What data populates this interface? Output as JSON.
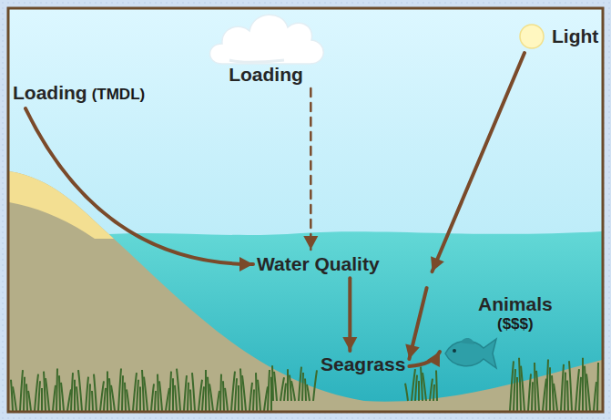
{
  "diagram": {
    "nodes": [
      {
        "text": [
          "Loading"
        ]
      },
      {
        "text": [
          "Light"
        ]
      },
      {
        "text": [
          "Loading",
          "(TMDL)"
        ]
      },
      {
        "text": [
          "Water Quality"
        ]
      },
      {
        "text": [
          "Seagrass"
        ]
      },
      {
        "text": [
          "Animals",
          "($$$)"
        ]
      }
    ],
    "edges": [
      {
        "from": 0,
        "to": 3,
        "arrow": "to"
      },
      {
        "from": 2,
        "to": 3,
        "arrow": "to"
      },
      {
        "from": 1,
        "to": 4,
        "arrow": "to"
      },
      {
        "from": 3,
        "to": 4,
        "arrow": "to"
      },
      {
        "from": 4,
        "to": 5,
        "arrow": "to"
      }
    ]
  }
}
